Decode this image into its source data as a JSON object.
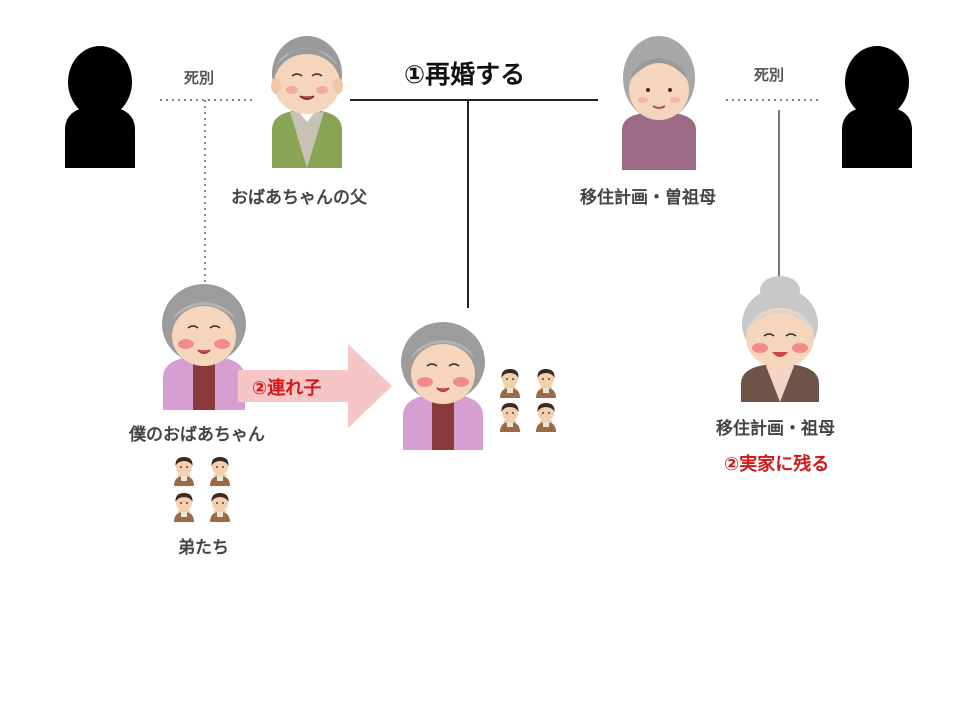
{
  "labels": {
    "remarry": "①再婚する",
    "death_left": "死別",
    "death_right": "死別",
    "grandma_father": "おばあちゃんの父",
    "great_grandmother": "移住計画・曽祖母",
    "my_grandma": "僕のおばあちゃん",
    "step_child": "②連れ子",
    "grandmother": "移住計画・祖母",
    "stay_home": "②実家に残る",
    "brothers": "弟たち"
  },
  "colors": {
    "line": "#222222",
    "dotted": "#888888",
    "arrow": "#f6c6c6",
    "accent_red": "#d01818",
    "silhouette": "#000000"
  },
  "icons": {
    "left_silhouette": "person-silhouette-icon",
    "right_silhouette": "person-silhouette-icon",
    "grandma_father": "elderly-man-icon",
    "great_grandmother": "elderly-woman-icon",
    "my_grandma": "elderly-woman-smiling-icon",
    "remarried_grandma": "elderly-woman-smiling-icon",
    "grandmother": "elderly-woman-bun-icon",
    "boy": "boy-icon"
  }
}
